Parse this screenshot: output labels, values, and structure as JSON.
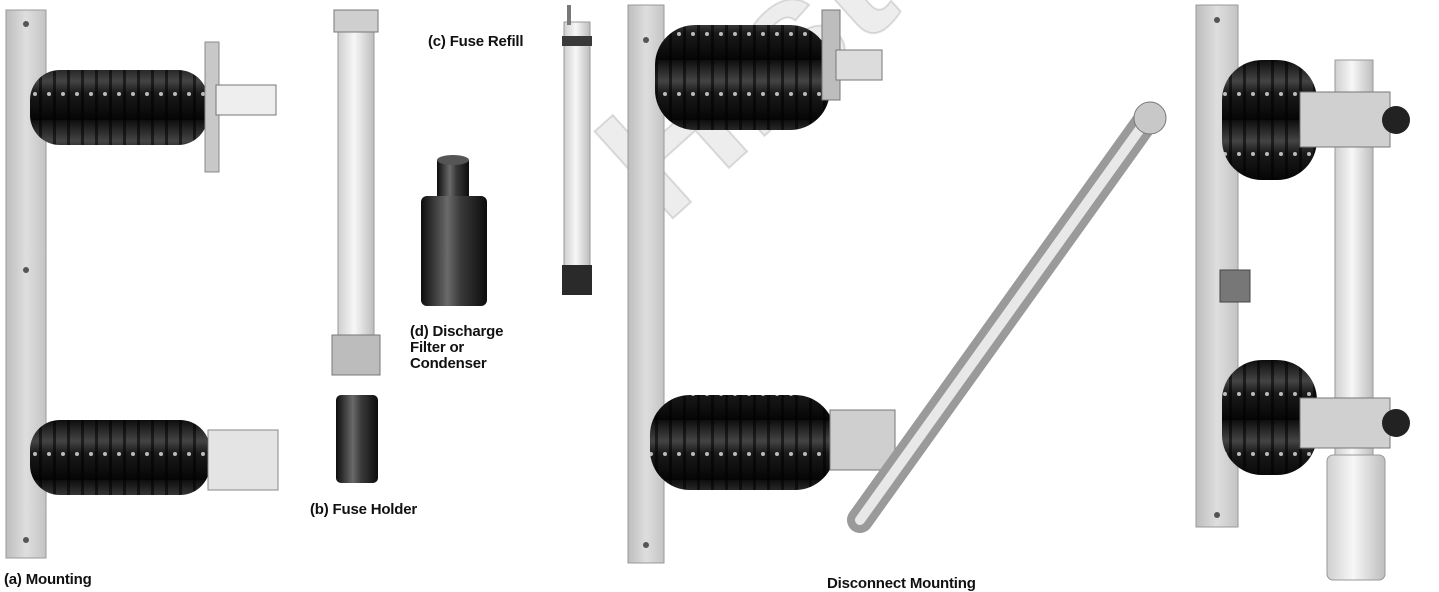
{
  "captions": {
    "mounting": "(a) Mounting",
    "fuse_holder": "(b) Fuse Holder",
    "fuse_refill": "(c) Fuse Refill",
    "discharge_filter": "(d) Discharge\nFilter or\nCondenser",
    "disconnect_mounting": "Disconnect Mounting"
  },
  "watermark": "HistoricalPartMa",
  "colors": {
    "plate": "#d4d4d4",
    "insulator": "#1f1f1f",
    "tube": "#e8e8e8",
    "metal": "#9a9a9a",
    "cap": "#2a2a2a"
  }
}
